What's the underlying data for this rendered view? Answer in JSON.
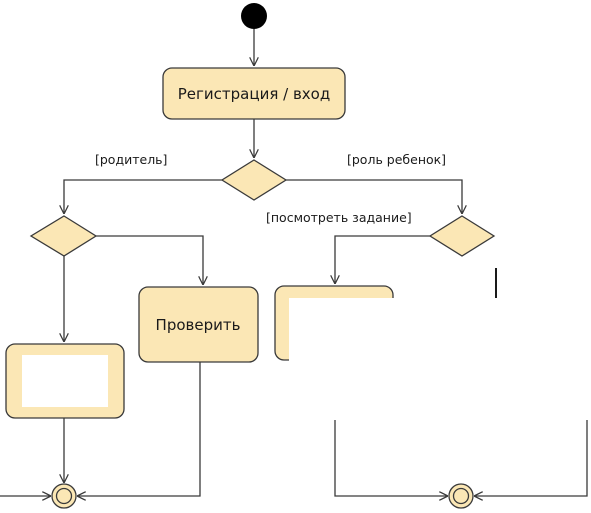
{
  "diagram": {
    "nodes": {
      "login": "Регистрация / вход",
      "check": "Проверить"
    },
    "guards": {
      "parent": "[родитель]",
      "child": "[роль ребенок]",
      "view_task": "[посмотреть задание]"
    }
  }
}
